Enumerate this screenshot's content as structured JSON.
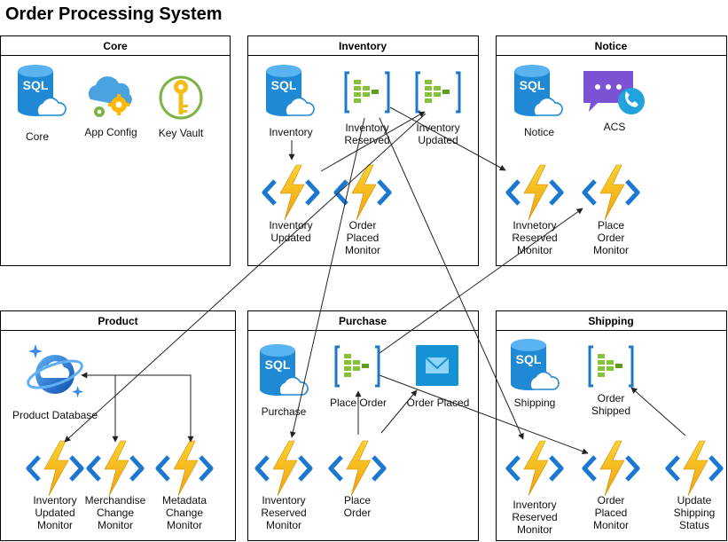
{
  "title": "Order Processing System",
  "colors": {
    "sql_blue": "#1f89d6",
    "function_yellow": "#f8c21a",
    "function_chevron": "#1a78d0",
    "queue_blue": "#1e78c7",
    "queue_green": "#86c13a",
    "acs_purple": "#7a52d3",
    "email_blue": "#1591d6",
    "keyvault_gold": "#f3bd17",
    "cosmos_blue": "#1d6fd1",
    "appconfig_cloud": "#4aa3e0",
    "appconfig_gear": "#ffb700"
  },
  "boxes": {
    "core": {
      "title": "Core"
    },
    "inventory": {
      "title": "Inventory"
    },
    "notice": {
      "title": "Notice"
    },
    "product": {
      "title": "Product"
    },
    "purchase": {
      "title": "Purchase"
    },
    "shipping": {
      "title": "Shipping"
    }
  },
  "nodes": {
    "core_sql": {
      "label": [
        "Core"
      ],
      "icon": "sql-database-icon",
      "badge": "SQL"
    },
    "app_config": {
      "label": [
        "App Config"
      ],
      "icon": "app-configuration-icon"
    },
    "key_vault": {
      "label": [
        "Key Vault"
      ],
      "icon": "key-vault-icon"
    },
    "inventory_sql": {
      "label": [
        "Inventory"
      ],
      "icon": "sql-database-icon",
      "badge": "SQL"
    },
    "inventory_reserved_queue": {
      "label": [
        "Inventory",
        "Reserved"
      ],
      "icon": "storage-queue-icon"
    },
    "inventory_updated_queue": {
      "label": [
        "Inventory",
        "Updated"
      ],
      "icon": "storage-queue-icon"
    },
    "inventory_updated_fn": {
      "label": [
        "Inventory",
        "Updated"
      ],
      "icon": "function-app-icon"
    },
    "order_placed_monitor_inv": {
      "label": [
        "Order",
        "Placed",
        "Monitor"
      ],
      "icon": "function-app-icon"
    },
    "notice_sql": {
      "label": [
        "Notice"
      ],
      "icon": "sql-database-icon",
      "badge": "SQL"
    },
    "acs": {
      "label": [
        "ACS"
      ],
      "icon": "communication-services-icon"
    },
    "invnetory_reserved_monitor": {
      "label": [
        "Invnetory",
        "Reserved",
        "Monitor"
      ],
      "icon": "function-app-icon"
    },
    "place_order_monitor": {
      "label": [
        "Place",
        "Order",
        "Monitor"
      ],
      "icon": "function-app-icon"
    },
    "product_db": {
      "label": [
        "Product Database"
      ],
      "icon": "cosmos-db-icon"
    },
    "inventory_updated_monitor": {
      "label": [
        "Inventory",
        "Updated",
        "Monitor"
      ],
      "icon": "function-app-icon"
    },
    "merchandise_change_monitor": {
      "label": [
        "Merchandise",
        "Change",
        "Monitor"
      ],
      "icon": "function-app-icon"
    },
    "metadata_change_monitor": {
      "label": [
        "Metadata",
        "Change",
        "Monitor"
      ],
      "icon": "function-app-icon"
    },
    "purchase_sql": {
      "label": [
        "Purchase"
      ],
      "icon": "sql-database-icon",
      "badge": "SQL"
    },
    "place_order_queue": {
      "label": [
        "Place Order"
      ],
      "icon": "storage-queue-icon"
    },
    "order_placed_email": {
      "label": [
        "Order Placed"
      ],
      "icon": "email-icon"
    },
    "inventory_reserved_monitor": {
      "label": [
        "Inventory",
        "Reserved",
        "Monitor"
      ],
      "icon": "function-app-icon"
    },
    "place_order_fn": {
      "label": [
        "Place",
        "Order"
      ],
      "icon": "function-app-icon"
    },
    "shipping_sql": {
      "label": [
        "Shipping"
      ],
      "icon": "sql-database-icon",
      "badge": "SQL"
    },
    "order_shipped_queue": {
      "label": [
        "Order",
        "Shipped"
      ],
      "icon": "storage-queue-icon"
    },
    "inventory_reserved_monitor_ship": {
      "label": [
        "Inventory",
        "Reserved",
        "Monitor"
      ],
      "icon": "function-app-icon"
    },
    "order_placed_monitor_ship": {
      "label": [
        "Order",
        "Placed",
        "Monitor"
      ],
      "icon": "function-app-icon"
    },
    "update_shipping_status": {
      "label": [
        "Update",
        "Shipping",
        "Status"
      ],
      "icon": "function-app-icon"
    }
  }
}
